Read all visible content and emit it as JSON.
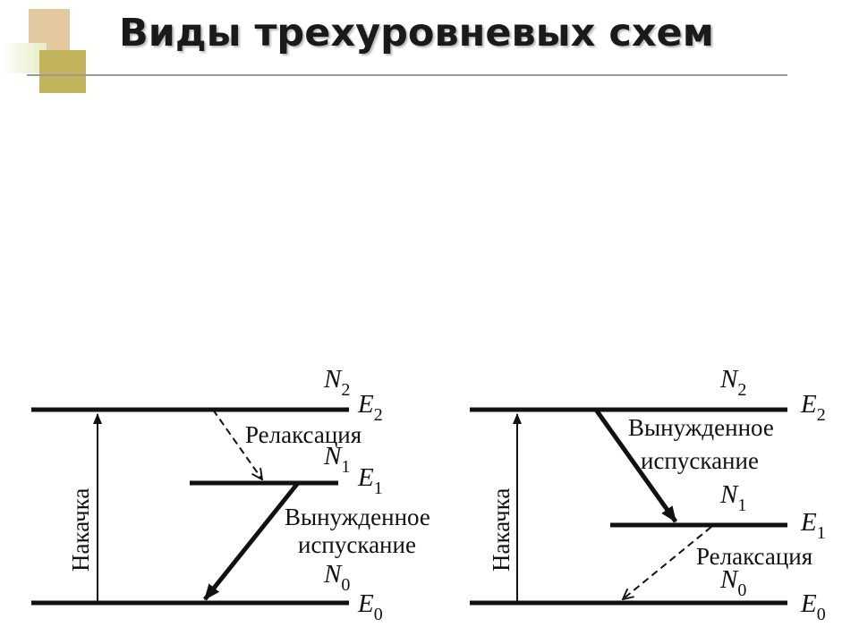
{
  "slide": {
    "title": "Виды трехуровневых схем"
  },
  "scheme_a": {
    "level_e2": {
      "energy": "E",
      "energy_index": "2",
      "population": "N",
      "population_index": "2"
    },
    "level_e1": {
      "energy": "E",
      "energy_index": "1",
      "population": "N",
      "population_index": "1"
    },
    "level_e0": {
      "energy": "E",
      "energy_index": "0",
      "population": "N",
      "population_index": "0"
    },
    "pump_label": "Накачка",
    "relaxation_label": "Релаксация",
    "emission_label_line1": "Вынужденное",
    "emission_label_line2": "испускание"
  },
  "scheme_b": {
    "level_e2": {
      "energy": "E",
      "energy_index": "2",
      "population": "N",
      "population_index": "2"
    },
    "level_e1": {
      "energy": "E",
      "energy_index": "1",
      "population": "N",
      "population_index": "1"
    },
    "level_e0": {
      "energy": "E",
      "energy_index": "0",
      "population": "N",
      "population_index": "0"
    },
    "pump_label": "Накачка",
    "relaxation_label": "Релаксация",
    "emission_label_line1": "Вынужденное",
    "emission_label_line2": "испускание"
  },
  "colors": {
    "line": "#111111",
    "title_text": "#1a1a1a",
    "deco_tan": "#e2c9a0",
    "deco_olive": "#c2b45a",
    "deco_pale_green": "#e6ecc4"
  }
}
